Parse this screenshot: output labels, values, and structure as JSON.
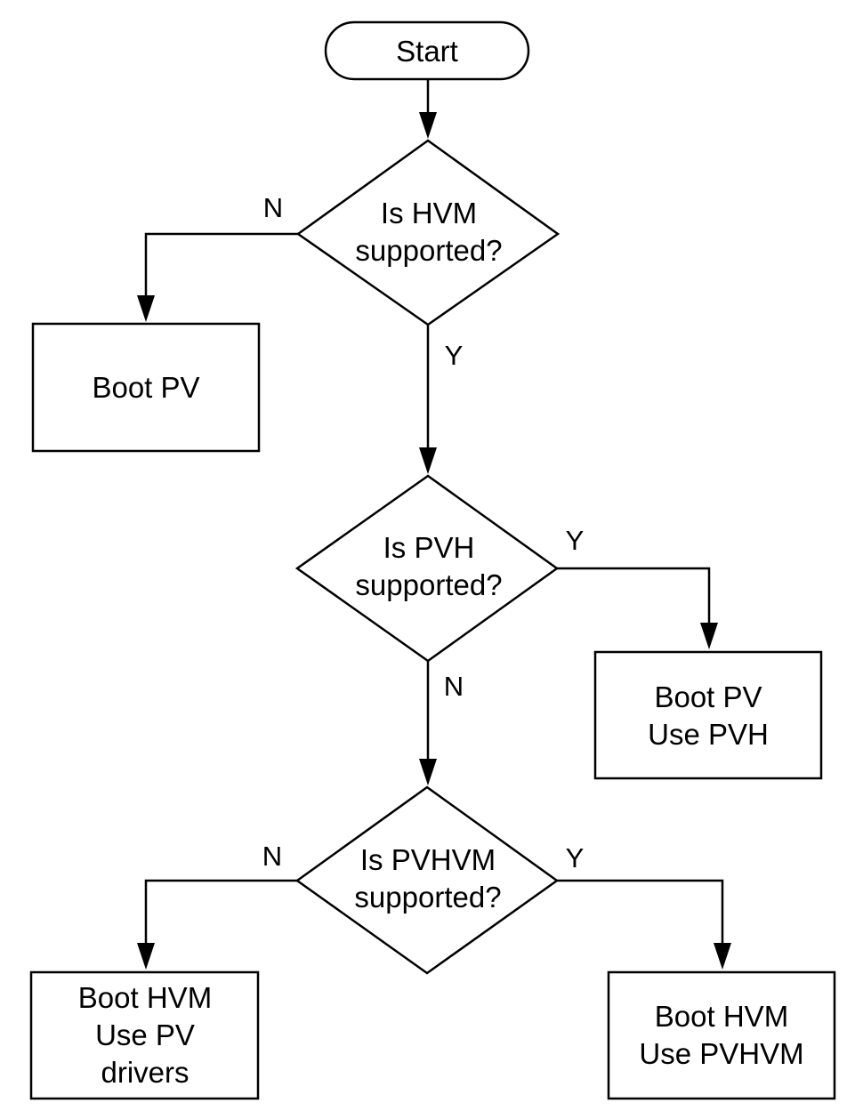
{
  "diagram": {
    "type": "flowchart",
    "colors": {
      "stroke": "#000000",
      "fill": "#ffffff",
      "text": "#000000"
    },
    "nodes": [
      {
        "id": "start",
        "shape": "terminator",
        "lines": [
          "Start"
        ]
      },
      {
        "id": "hvm",
        "shape": "decision",
        "lines": [
          "Is HVM",
          "supported?"
        ]
      },
      {
        "id": "boot_pv",
        "shape": "process",
        "lines": [
          "Boot PV"
        ]
      },
      {
        "id": "pvh",
        "shape": "decision",
        "lines": [
          "Is PVH",
          "supported?"
        ]
      },
      {
        "id": "boot_pv_pvh",
        "shape": "process",
        "lines": [
          "Boot PV",
          "Use PVH"
        ]
      },
      {
        "id": "pvhvm",
        "shape": "decision",
        "lines": [
          "Is PVHVM",
          "supported?"
        ]
      },
      {
        "id": "boot_hvm_pvdrivers",
        "shape": "process",
        "lines": [
          "Boot HVM",
          "Use PV",
          "drivers"
        ]
      },
      {
        "id": "boot_hvm_pvhvm",
        "shape": "process",
        "lines": [
          "Boot HVM",
          "Use PVHVM"
        ]
      }
    ],
    "edges": [
      {
        "id": "e1",
        "from": "start",
        "to": "hvm",
        "label": ""
      },
      {
        "id": "e2",
        "from": "hvm",
        "to": "boot_pv",
        "label": "N"
      },
      {
        "id": "e3",
        "from": "hvm",
        "to": "pvh",
        "label": "Y"
      },
      {
        "id": "e4",
        "from": "pvh",
        "to": "boot_pv_pvh",
        "label": "Y"
      },
      {
        "id": "e5",
        "from": "pvh",
        "to": "pvhvm",
        "label": "N"
      },
      {
        "id": "e6",
        "from": "pvhvm",
        "to": "boot_hvm_pvdrivers",
        "label": "N"
      },
      {
        "id": "e7",
        "from": "pvhvm",
        "to": "boot_hvm_pvhvm",
        "label": "Y"
      }
    ]
  }
}
